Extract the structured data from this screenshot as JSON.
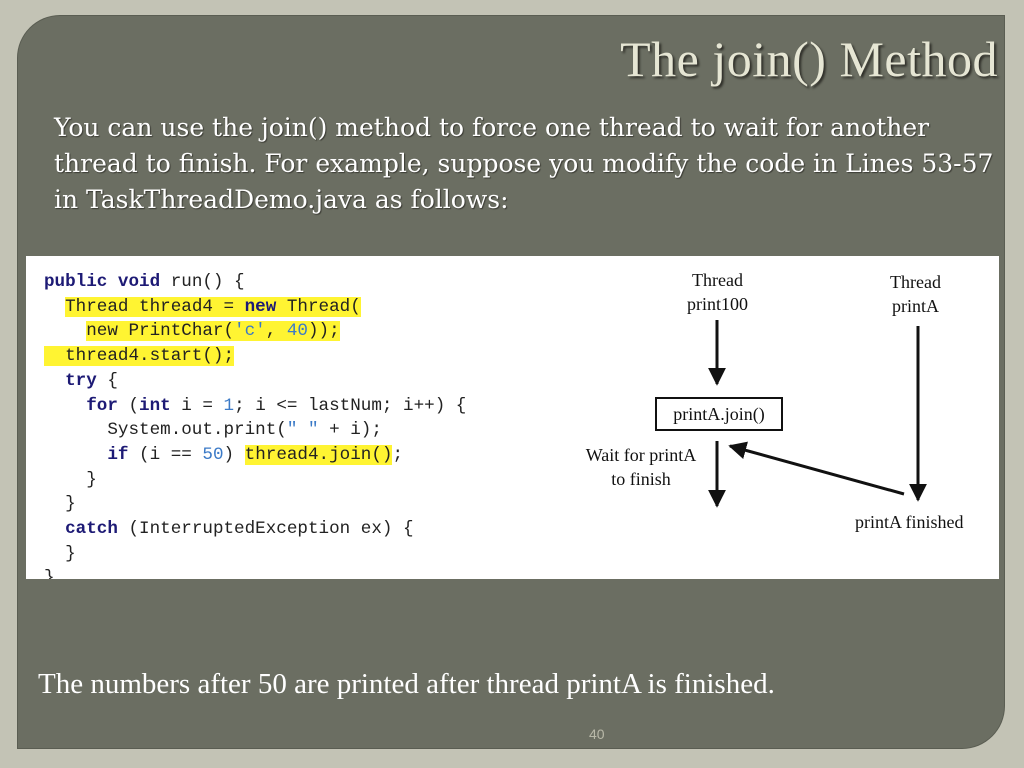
{
  "title": "The join() Method",
  "intro": "You can use the join() method to force one thread to wait for another thread to finish. For example, suppose you modify the code in Lines 53-57 in TaskThreadDemo.java as follows:",
  "code": {
    "lines": [
      "public void run() {",
      "  Thread thread4 = new Thread(",
      "    new PrintChar('c', 40));",
      "  thread4.start();",
      "  try {",
      "    for (int i = 1; i <= lastNum; i++) {",
      "      System.out.print(\" \" + i);",
      "      if (i == 50) thread4.join();",
      "    }",
      "  }",
      "  catch (InterruptedException ex) {",
      "  }",
      "}"
    ],
    "highlight_color": "#fff432",
    "keyword_color": "#1d1a75",
    "literal_color": "#3b7ac7"
  },
  "diagram": {
    "thread_print100": "Thread\nprint100",
    "thread_printA": "Thread\nprintA",
    "join_call": "printA.join()",
    "wait_label": "Wait for printA\nto finish",
    "finished_label": "printA finished"
  },
  "footer_text": "The numbers after 50 are printed after thread printA is finished.",
  "page_number": "40",
  "colors": {
    "background": "#c3c3b5",
    "slide": "#6b6e62",
    "title": "#e6e6d4",
    "text": "#ffffff"
  }
}
